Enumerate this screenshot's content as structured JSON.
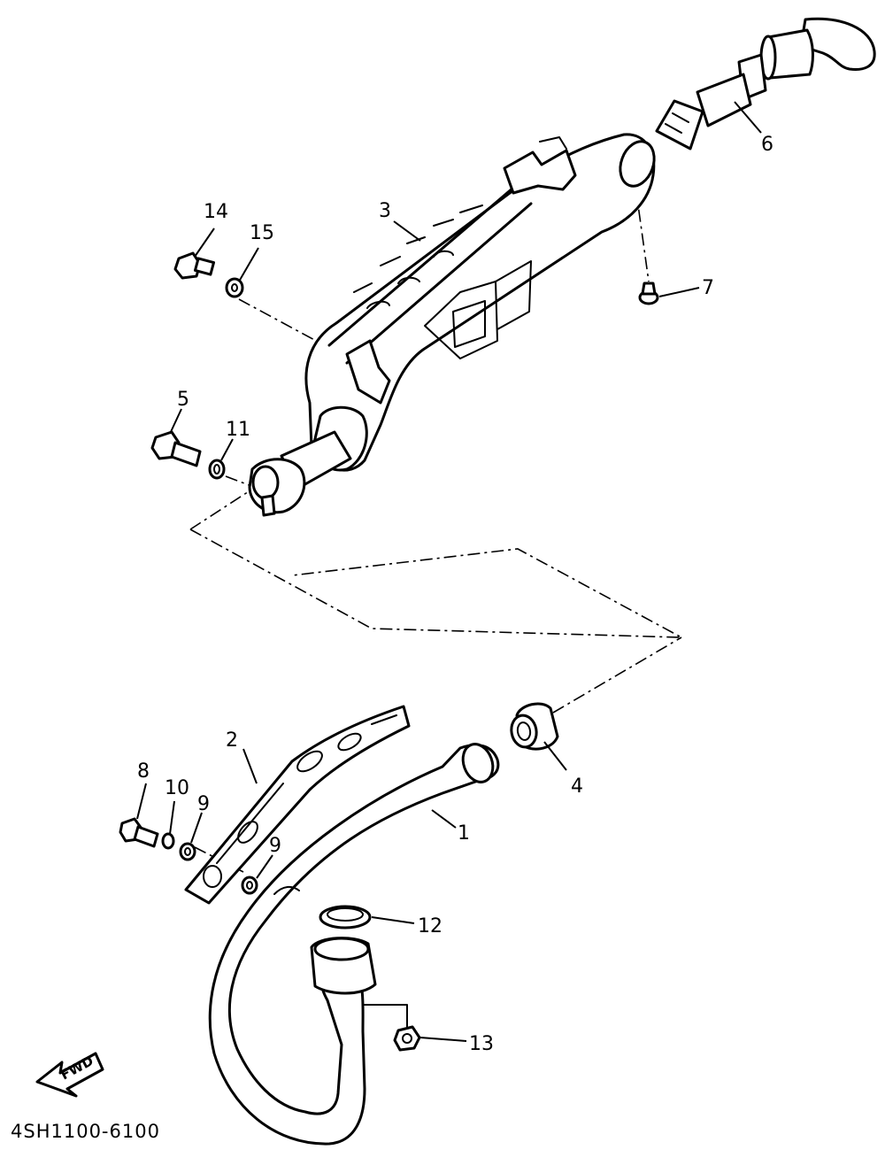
{
  "diagram": {
    "code": "4SH1100-6100",
    "direction_label": "FWD",
    "callouts": {
      "p1": "1",
      "p2": "2",
      "p3": "3",
      "p4": "4",
      "p5": "5",
      "p6": "6",
      "p7": "7",
      "p8": "8",
      "p9a": "9",
      "p9b": "9",
      "p10": "10",
      "p11": "11",
      "p12": "12",
      "p13": "13",
      "p14": "14",
      "p15": "15"
    }
  }
}
